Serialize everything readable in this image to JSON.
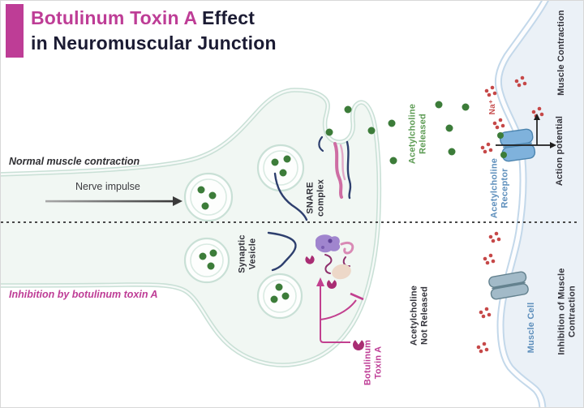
{
  "title": {
    "highlight": "Botulinum Toxin A",
    "rest": " Effect",
    "line2": "in Neuromuscular Junction"
  },
  "scenes": {
    "top": "Normal muscle contraction",
    "bottom": "Inhibition by botulinum toxin A"
  },
  "labels": {
    "nerve_impulse": "Nerve impulse",
    "synaptic_vesicle_l1": "Synaptic",
    "synaptic_vesicle_l2": "Vesicle",
    "snare_l1": "SNARE",
    "snare_l2": "complex",
    "ach_released_l1": "Acetylcholine",
    "ach_released_l2": "Released",
    "ach_not_released_l1": "Acetylcholine",
    "ach_not_released_l2": "Not Released",
    "ach_receptor_l1": "Acetylcholine",
    "ach_receptor_l2": "Receptor",
    "sodium": "Na⁺",
    "action_potential": "Action potential",
    "muscle_contraction": "Muscle Contraction",
    "inhibition_muscle_l1": "Inhibition of Muscle",
    "inhibition_muscle_l2": "Contraction",
    "muscle_cell": "Muscle Cell",
    "botulinum_l1": "Botulinum",
    "botulinum_l2": "Toxin A"
  },
  "colors": {
    "accent_magenta": "#BE3D96",
    "toxin_magenta": "#A92D73",
    "acetylcholine_green": "#3C7C39",
    "green_text": "#5E9C55",
    "receptor_blue_text": "#5E8FBC",
    "membrane_blue": "#C3D8EA",
    "muscle_fill": "#EBF1F7",
    "terminal_outline_teal": "#C9E0D6",
    "terminal_fill": "#F1F7F3",
    "sodium_red": "#C64848",
    "snare_navy": "#2E3F6E",
    "snare_pink": "#CE6DA3",
    "dark_text": "#1B1B33"
  }
}
